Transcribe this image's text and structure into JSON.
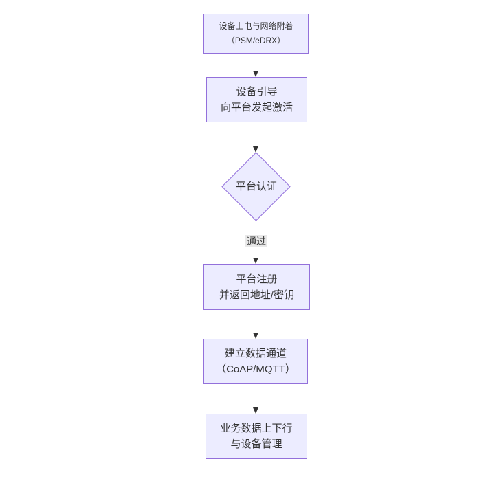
{
  "colors": {
    "background": "#ffffff",
    "node_fill": "#ececff",
    "node_border": "#9370db",
    "text": "#333333",
    "arrow": "#333333",
    "edge_label_bg": "#e8e8e8"
  },
  "nodes": {
    "power": {
      "line1": "设备上电与网络附着",
      "line2": "（PSM/eDRX）"
    },
    "bootstrap": {
      "line1": "设备引导",
      "line2": "向平台发起激活"
    },
    "auth": {
      "label": "平台认证"
    },
    "register": {
      "line1": "平台注册",
      "line2": "并返回地址/密钥"
    },
    "channel": {
      "line1": "建立数据通道",
      "line2": "（CoAP/MQTT）"
    },
    "business": {
      "line1": "业务数据上下行",
      "line2": "与设备管理"
    }
  },
  "edges": {
    "auth_pass": {
      "label": "通过"
    }
  }
}
